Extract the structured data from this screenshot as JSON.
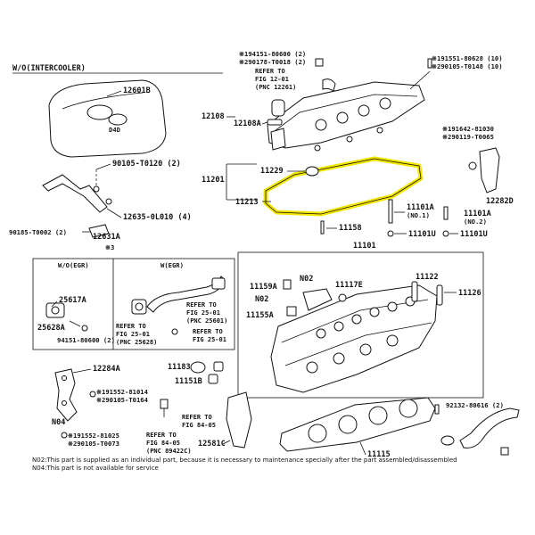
{
  "header": {
    "variant": "W/O(INTERCOOLER)"
  },
  "parts": {
    "p12601B": "12601B",
    "p90105_T0120": "90105-T0120 (2)",
    "p12635_0L010": "12635-0L010 (4)",
    "p90185_T0002": "90185-T0002 (2)",
    "p12631A": "12631A",
    "ref3": "※3",
    "p194151": "※194151-80600 (2)",
    "p290178": "※290178-T0018 (2)",
    "refer_12_01": "REFER TO",
    "refer_12_01b": "FIG 12-01",
    "refer_12_01c": "(PNC 12261)",
    "p12108": "12108",
    "p12108A": "12108A",
    "p191551": "※191551-80628 (10)",
    "p290105": "※290105-T0148 (10)",
    "p191642": "※191642-81030",
    "p290119": "※290119-T0065",
    "p12282D": "12282D",
    "p11229": "11229",
    "p11201": "11201",
    "p11213": "11213",
    "p11101A_1": "11101A",
    "p11101A_1n": "(NO.1)",
    "p11101A_2": "11101A",
    "p11101A_2n": "(NO.2)",
    "p11158": "11158",
    "p11101U_a": "11101U",
    "p11101U_b": "11101U",
    "p11101": "11101",
    "p11122": "11122",
    "p11126": "11126",
    "p11159A": "11159A",
    "pN02a": "N02",
    "pN02b": "N02",
    "p11117E": "11117E",
    "p11155A": "11155A",
    "p11183": "11183",
    "p11151B": "11151B",
    "p12284A": "12284A",
    "p191552a": "※191552-81014",
    "p290105b": "※290105-T0164",
    "pN04": "N04",
    "p191552b": "※191552-81025",
    "p290105c": "※290105-T0073",
    "p92132": "92132-80616 (2)",
    "p12581C": "12581C",
    "p11115": "11115"
  },
  "egr": {
    "wo_title": "W/O(EGR)",
    "w_title": "W(EGR)",
    "p25617A": "25617A",
    "p25628A": "25628A",
    "p94151": "94151-80600 (2)",
    "refer_a1": "REFER TO",
    "refer_a2": "FIG 25-01",
    "refer_a3": "(PNC 25628)",
    "refer_b1": "REFER TO",
    "refer_b2": "FIG 25-01",
    "refer_b3": "(PNC 25601)",
    "refer_c1": "REFER TO",
    "refer_c2": "FIG 25-01"
  },
  "refs": {
    "r84a1": "REFER TO",
    "r84a2": "FIG 84-05",
    "r84b1": "REFER TO",
    "r84b2": "FIG 84-05",
    "r84b3": "(PNC 89422C)"
  },
  "notes": {
    "n02": "N02:This part is supplied as an individual part, because it is necessary to maintenance specially after the part assembled/disassembled",
    "n04": "N04:This part is not available for service"
  },
  "colors": {
    "highlight": "#f2e600",
    "ink": "#111111"
  }
}
